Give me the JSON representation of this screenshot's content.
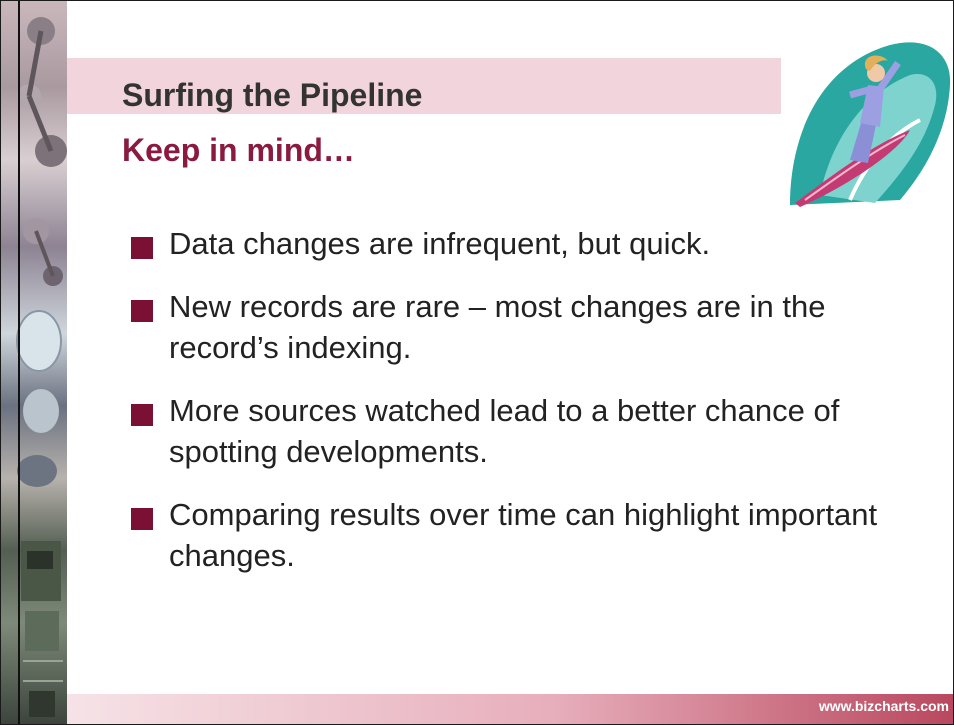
{
  "slide": {
    "title": "Surfing the Pipeline",
    "subtitle": "Keep in mind…",
    "bullets": [
      {
        "text": "Data changes are infrequent, but quick."
      },
      {
        "text": "New records are rare – most changes are in the record’s indexing."
      },
      {
        "text": "More sources watched lead to a better chance of spotting developments."
      },
      {
        "text": "Comparing results over time can highlight important changes."
      }
    ],
    "footer": "www.bizcharts.com"
  },
  "colors": {
    "title_band": "#f2d5dc",
    "subtitle": "#8a1a3f",
    "bullet": "#7a1034",
    "footer_end": "#b9485f"
  },
  "icons": {
    "clipart": "surfer-clipart",
    "side": "molecule-circuit-collage"
  }
}
